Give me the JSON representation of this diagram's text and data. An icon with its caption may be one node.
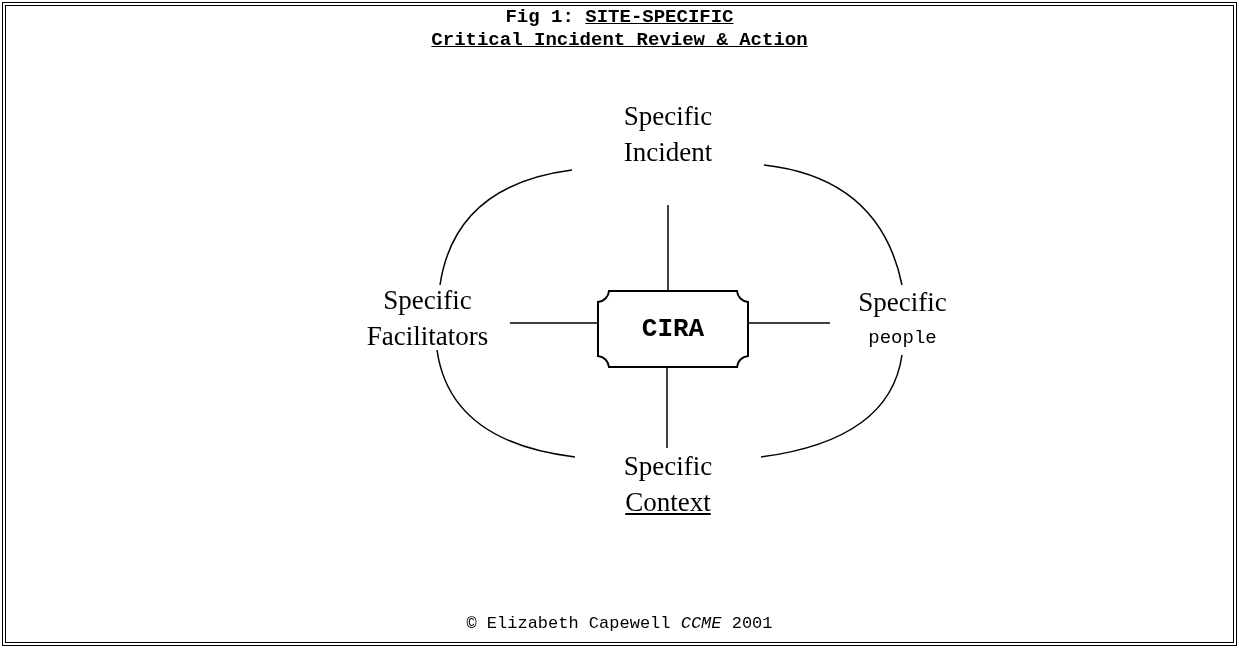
{
  "diagram": {
    "title": "Fig 1: SITE-SPECIFIC Critical Incident Review & Action",
    "caption": "© Elizabeth Capewell *CCME* 2001",
    "nodes": [
      {
        "text": [
          "Specific",
          "Incident"
        ]
      },
      {
        "text": [
          "Specific",
          "Facilitators"
        ]
      },
      {
        "text": [
          "CIRA"
        ]
      },
      {
        "text": [
          "Specific",
          "people"
        ]
      },
      {
        "text": [
          "Specific",
          "Context"
        ]
      }
    ],
    "edges": [
      {
        "from": 2,
        "to": 0,
        "arrow": "none"
      },
      {
        "from": 2,
        "to": 1,
        "arrow": "none"
      },
      {
        "from": 2,
        "to": 3,
        "arrow": "none"
      },
      {
        "from": 2,
        "to": 4,
        "arrow": "none"
      },
      {
        "from": 0,
        "to": 3,
        "arrow": "none"
      },
      {
        "from": 3,
        "to": 4,
        "arrow": "none"
      },
      {
        "from": 4,
        "to": 1,
        "arrow": "none"
      },
      {
        "from": 1,
        "to": 0,
        "arrow": "none"
      }
    ]
  }
}
